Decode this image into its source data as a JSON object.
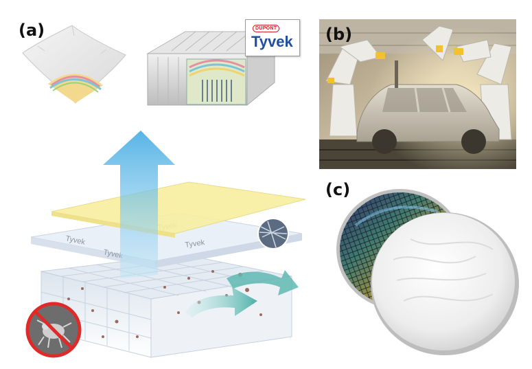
{
  "panels": {
    "a": {
      "label": "(a)"
    },
    "b": {
      "label": "(b)"
    },
    "c": {
      "label": "(c)"
    }
  },
  "logo": {
    "brand_small": "DUPONT",
    "brand_name": "Tyvek",
    "colors": {
      "red": "#d11f2b",
      "blue": "#1f4fa0"
    }
  },
  "sheet_print": {
    "repeated_text": "Tyvek"
  },
  "icons": {
    "fiber_closeup": "fiber-microscope-icon",
    "no_mites": "no-dust-mite-icon",
    "airflow": "airflow-arrow-icon",
    "allergen_flow": "allergen-block-arrow-icon"
  },
  "colors": {
    "top_sheet": "#f7eea0",
    "tyvek_sheet": "#e9eef6",
    "mattress_top": "#dfe6ef",
    "arrow_up": "#4fb3e6",
    "arrow_teal": "#5fb8b2",
    "forbid_red": "#e02a2a"
  }
}
